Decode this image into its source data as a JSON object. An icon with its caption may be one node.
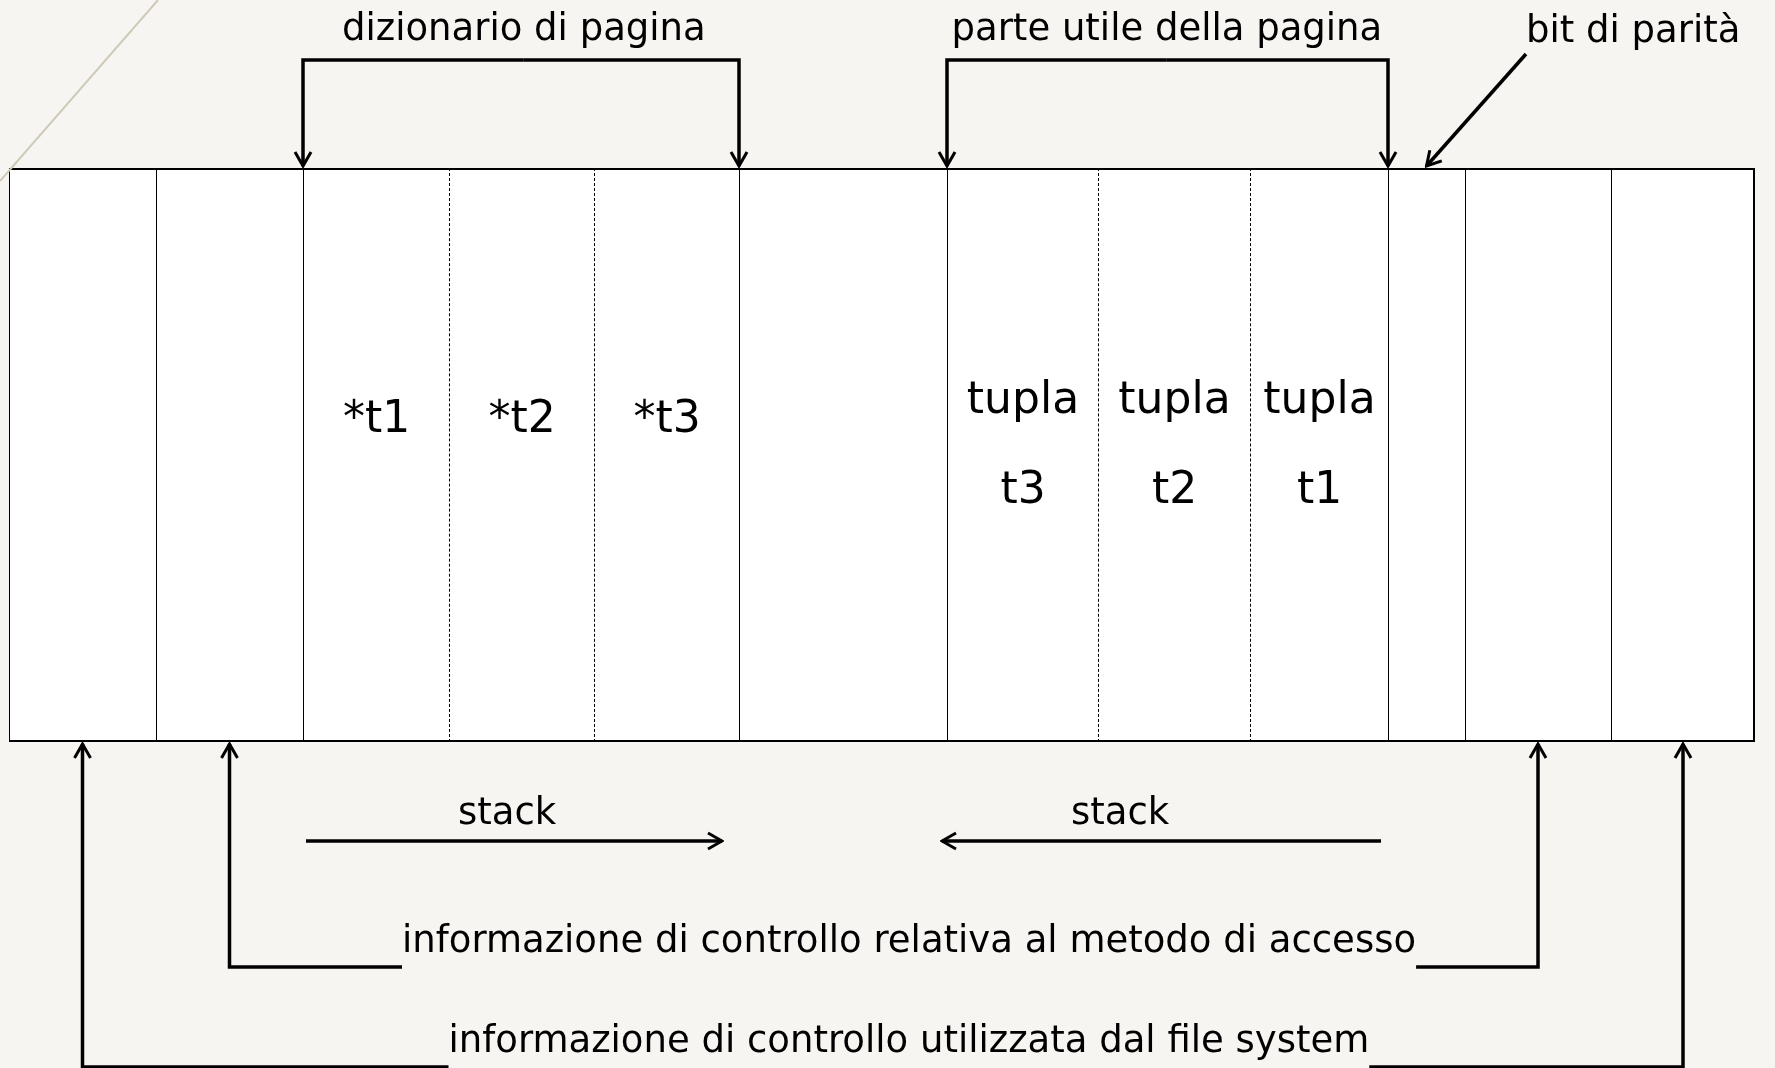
{
  "diagram": {
    "nodes": [
      {
        "text": [],
        "shape": "box"
      },
      {
        "text": [],
        "shape": "box"
      },
      {
        "text": [
          "*t1"
        ]
      },
      {
        "text": [
          "*t2"
        ]
      },
      {
        "text": [
          "*t3"
        ]
      },
      {
        "text": [],
        "shape": "box"
      },
      {
        "text": [
          "tupla t3"
        ]
      },
      {
        "text": [
          "tupla t2"
        ]
      },
      {
        "text": [
          "tupla t1"
        ]
      },
      {
        "text": [],
        "shape": "box"
      },
      {
        "text": [],
        "shape": "box"
      },
      {
        "text": [],
        "shape": "box"
      },
      {
        "text": [
          "bit di parità"
        ]
      },
      {
        "text": [
          "informazione di controllo relativa al metodo di accesso"
        ]
      },
      {
        "text": [
          "informazione di controllo utilizzata dal file system"
        ]
      },
      {
        "text": [
          "dizionario di pagina"
        ]
      },
      {
        "text": [
          "parte utile della pagina"
        ]
      }
    ],
    "edges": [
      {
        "from": 12,
        "to": 9,
        "arrow": "to"
      },
      {
        "from": 13,
        "to": 1,
        "arrow": "to"
      },
      {
        "from": 13,
        "to": 10,
        "arrow": "to"
      },
      {
        "from": 14,
        "to": 0,
        "arrow": "to"
      },
      {
        "from": 14,
        "to": 11,
        "arrow": "to"
      },
      {
        "from": 15,
        "to": 2,
        "arrow": "to"
      },
      {
        "from": 15,
        "to": 4,
        "arrow": "to"
      },
      {
        "from": 16,
        "to": 6,
        "arrow": "to"
      },
      {
        "from": 16,
        "to": 8,
        "arrow": "to"
      }
    ],
    "labels": [
      "stack",
      "stack"
    ]
  }
}
